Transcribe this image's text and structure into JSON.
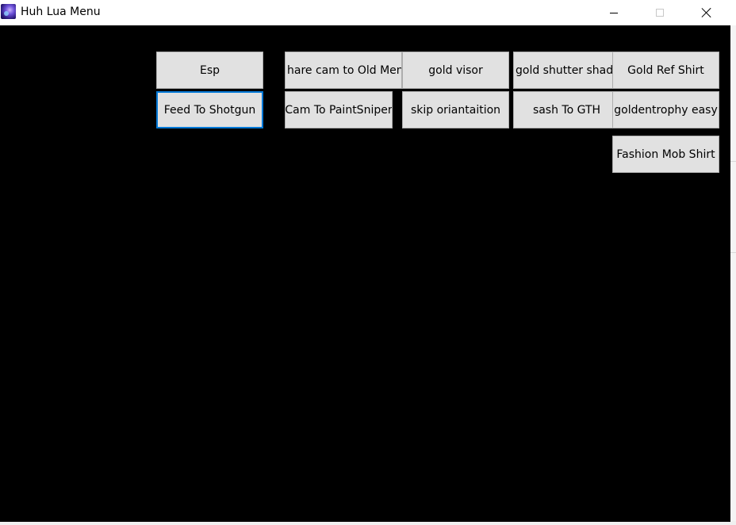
{
  "window": {
    "title": "Huh Lua Menu"
  },
  "buttons": {
    "esp": "Esp",
    "feed_to_shotgun": "Feed To Shotgun",
    "share_cam": "hare cam to Old Menu",
    "cam_to_paintsniper": "Cam To PaintSniper",
    "gold_visor": "gold visor",
    "skip_orientation": "skip oriantaition",
    "gold_shutter_shades": "gold shutter shades",
    "sash_to_gth": "sash To GTH",
    "gold_ref_shirt": "Gold Ref Shirt",
    "goldentrophy_easy": "goldentrophy easy",
    "fashion_mob_shirt": "Fashion Mob Shirt"
  },
  "focused_button": "feed_to_shotgun"
}
